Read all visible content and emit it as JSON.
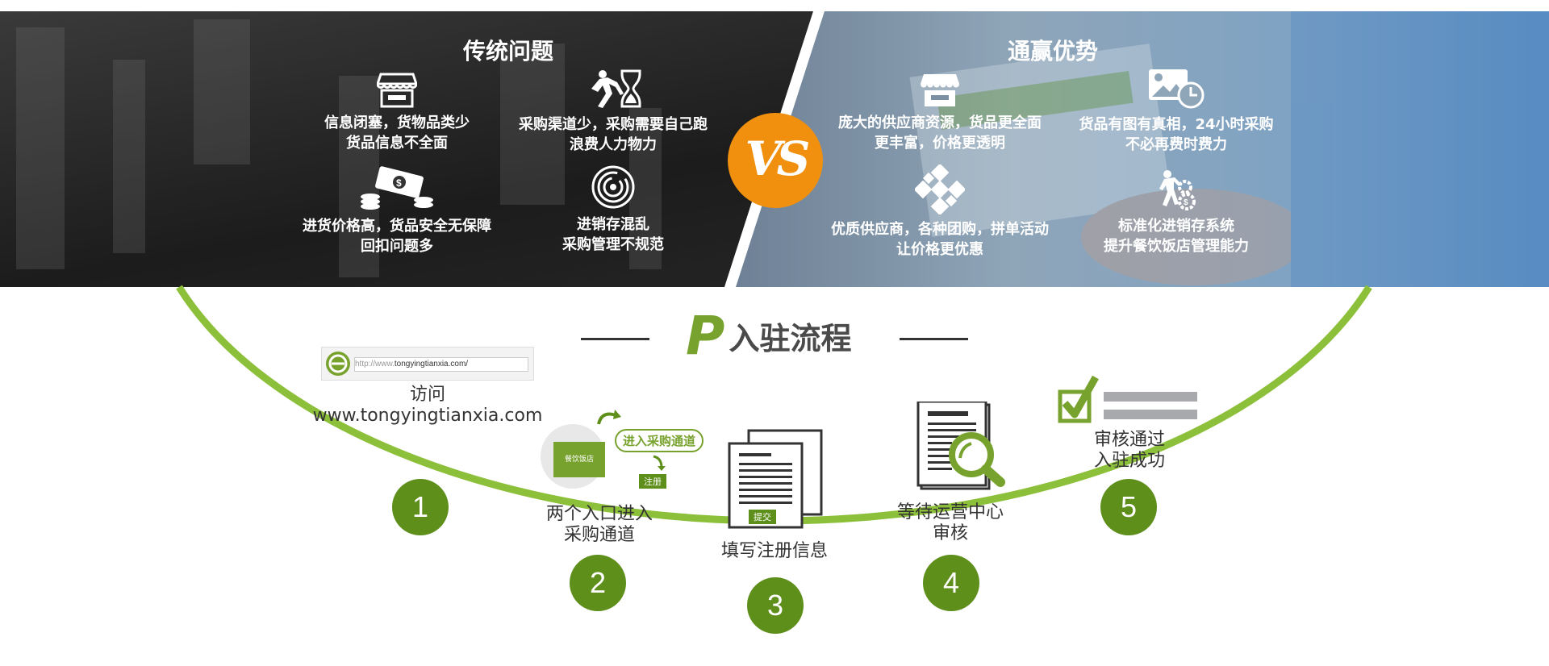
{
  "colors": {
    "green": "#78a22e",
    "dark_green": "#5e8f1b",
    "vs_orange": "#f0900e"
  },
  "traditional": {
    "title": "传统问题",
    "items": [
      {
        "icon": "store-icon",
        "line1": "信息闭塞，货物品类少",
        "line2": "货品信息不全面"
      },
      {
        "icon": "running-man-hourglass-icon",
        "line1": "采购渠道少，采购需要自己跑",
        "line2": "浪费人力物力"
      },
      {
        "icon": "money-stack-icon",
        "line1": "进货价格高，货品安全无保障",
        "line2": "回扣问题多"
      },
      {
        "icon": "maze-icon",
        "line1": "进销存混乱",
        "line2": "采购管理不规范"
      }
    ]
  },
  "vs_label": "VS",
  "advantage": {
    "title": "通赢优势",
    "items": [
      {
        "icon": "store-icon",
        "line1": "庞大的供应商资源，货品更全面",
        "line2": "更丰富，价格更透明"
      },
      {
        "icon": "image-clock-icon",
        "line1": "货品有图有真相，24小时采购",
        "line2": "不必再费时费力"
      },
      {
        "icon": "puzzle-network-icon",
        "line1": "优质供应商，各种团购，拼单活动",
        "line2": "让价格更优惠"
      },
      {
        "icon": "person-gears-icon",
        "line1": "标准化进销存系统",
        "line2": "提升餐饮饭店管理能力"
      }
    ]
  },
  "process": {
    "logo_letter": "P",
    "title": "入驻流程",
    "steps": [
      {
        "num": "1",
        "line1": "访问",
        "line2": "www.tongyingtianxia.com"
      },
      {
        "num": "2",
        "line1": "两个入口进入",
        "line2": "采购通道"
      },
      {
        "num": "3",
        "line1": "填写注册信息",
        "line2": ""
      },
      {
        "num": "4",
        "line1": "等待运营中心",
        "line2": "审核"
      },
      {
        "num": "5",
        "line1": "审核通过",
        "line2": "入驻成功"
      }
    ],
    "browser": {
      "url_prefix": "http://www.",
      "url_domain": "tongyingtianxia.com/"
    },
    "entry_pill": "进入采购通道",
    "register_tag": "注册",
    "restaurant_tag": "餐饮饭店",
    "submit_tag": "提交"
  }
}
